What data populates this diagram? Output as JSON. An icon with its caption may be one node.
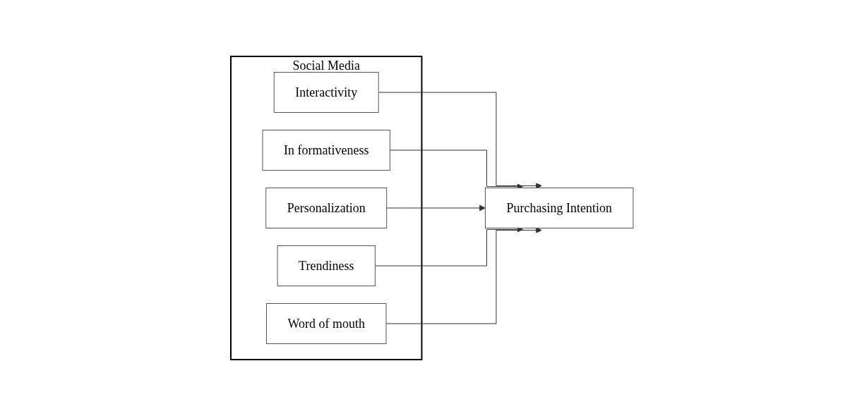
{
  "diagram": {
    "nodes": [
      {
        "text": [
          "Social Media"
        ]
      },
      {
        "text": [
          "Interactivity"
        ],
        "in": 0
      },
      {
        "text": [
          "In formativeness"
        ],
        "in": 0
      },
      {
        "text": [
          "Personalization"
        ],
        "in": 0
      },
      {
        "text": [
          "Trendiness"
        ],
        "in": 0
      },
      {
        "text": [
          "Word of mouth"
        ],
        "in": 0
      },
      {
        "text": [
          "Purchasing Intention"
        ]
      }
    ],
    "edges": [
      {
        "from": 1,
        "to": 6,
        "arrow": "to"
      },
      {
        "from": 2,
        "to": 6,
        "arrow": "to"
      },
      {
        "from": 3,
        "to": 6,
        "arrow": "to"
      },
      {
        "from": 4,
        "to": 6,
        "arrow": "to"
      },
      {
        "from": 5,
        "to": 6,
        "arrow": "to"
      }
    ]
  }
}
